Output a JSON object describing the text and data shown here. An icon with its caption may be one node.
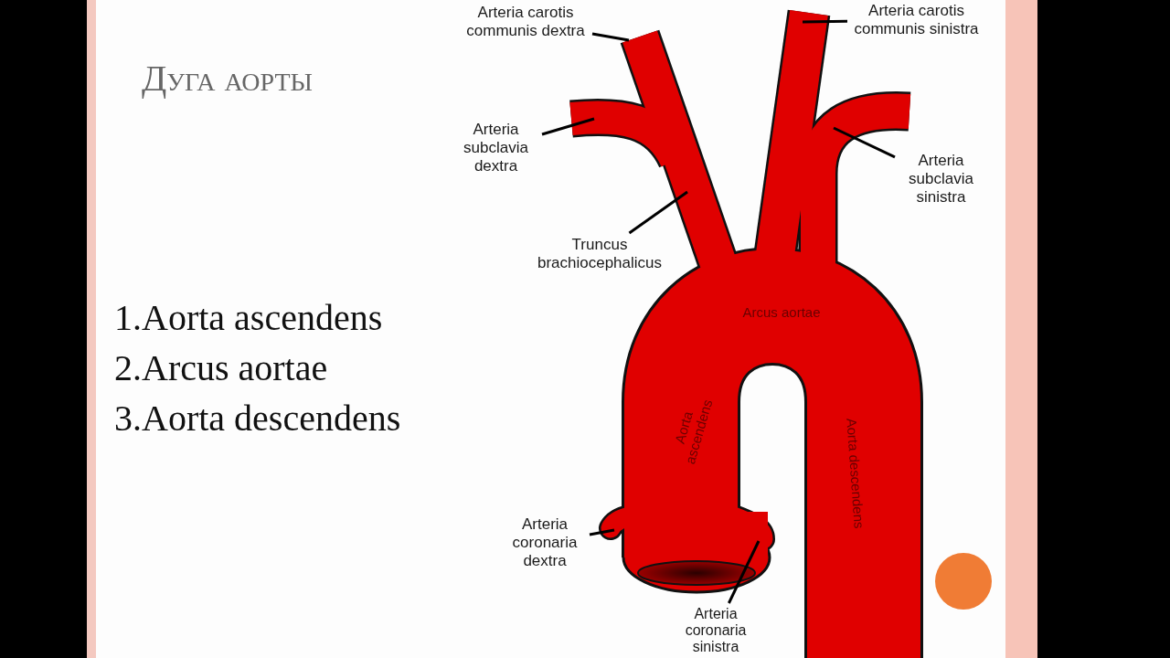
{
  "diagram": {
    "title": "Дуга аорты",
    "nodes": [
      {
        "text": [
          "Arteria carotis communis dextra"
        ]
      },
      {
        "text": [
          "Arteria carotis communis sinistra"
        ]
      },
      {
        "text": [
          "Arteria subclavia dextra"
        ]
      },
      {
        "text": [
          "Arteria subclavia sinistra"
        ]
      },
      {
        "text": [
          "Truncus brachiocephalicus"
        ]
      },
      {
        "text": [
          "Arteria coronaria dextra"
        ]
      },
      {
        "text": [
          "Arteria coronaria sinistra"
        ]
      }
    ],
    "edges": [
      {
        "from": 0,
        "to": null,
        "arrow": "none"
      },
      {
        "from": 1,
        "to": null,
        "arrow": "none"
      },
      {
        "from": 2,
        "to": null,
        "arrow": "none"
      },
      {
        "from": 3,
        "to": null,
        "arrow": "none"
      },
      {
        "from": 4,
        "to": null,
        "arrow": "none"
      },
      {
        "from": 5,
        "to": null,
        "arrow": "none"
      },
      {
        "from": 6,
        "to": null,
        "arrow": "none"
      }
    ],
    "labels": [
      "1.Aorta ascendens",
      "2.Arcus aortae",
      "3.Aorta descendens",
      "Arcus aortae",
      "Aorta ascendens",
      "Aorta descendens"
    ]
  }
}
